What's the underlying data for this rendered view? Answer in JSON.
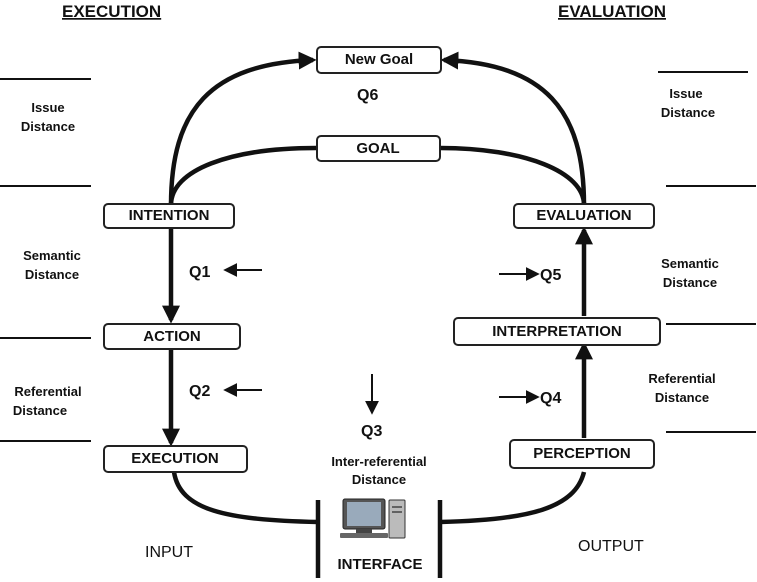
{
  "headers": {
    "left": "EXECUTION",
    "right": "EVALUATION"
  },
  "boxes": {
    "new_goal": "New Goal",
    "goal": "GOAL",
    "intention": "INTENTION",
    "action": "ACTION",
    "execution": "EXECUTION",
    "evaluation": "EVALUATION",
    "interpretation": "INTERPRETATION",
    "perception": "PERCEPTION"
  },
  "questions": {
    "q1": "Q1",
    "q2": "Q2",
    "q3": "Q3",
    "q4": "Q4",
    "q5": "Q5",
    "q6": "Q6"
  },
  "left_side": {
    "issue_1": "Issue",
    "issue_2": "Distance",
    "semantic_1": "Semantic",
    "semantic_2": "Distance",
    "referential_1": "Referential",
    "referential_2": "Distance"
  },
  "right_side": {
    "issue_1": "Issue",
    "issue_2": "Distance",
    "semantic_1": "Semantic",
    "semantic_2": "Distance",
    "referential_1": "Referential",
    "referential_2": "Distance"
  },
  "middle": {
    "inter_1": "Inter-referential",
    "inter_2": "Distance"
  },
  "bottom": {
    "input": "INPUT",
    "output": "OUTPUT",
    "interface": "INTERFACE"
  },
  "icons": {
    "computer": "computer-icon"
  }
}
